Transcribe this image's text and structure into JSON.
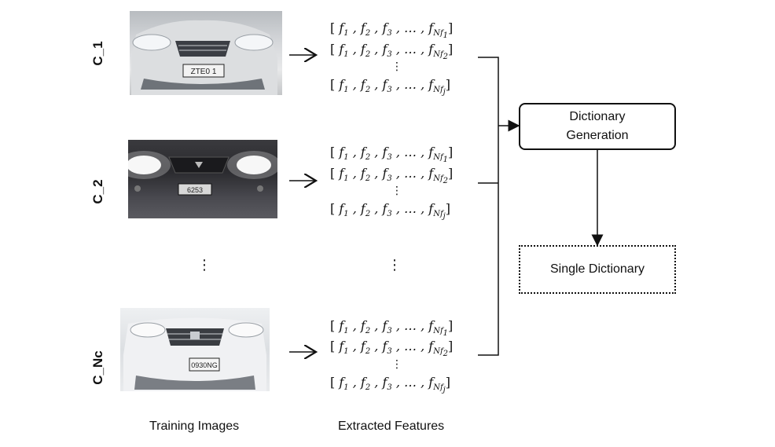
{
  "classes": [
    {
      "label": "C_1"
    },
    {
      "label": "C_2"
    },
    {
      "label": "C_Nc"
    }
  ],
  "feature_rows": [
    {
      "subscript": "1"
    },
    {
      "subscript": "2"
    },
    {
      "subscript": "j"
    }
  ],
  "feature_text": {
    "open": "[",
    "f1": "f",
    "f1_sub": "1",
    "f2": "f",
    "f2_sub": "2",
    "f3": "f",
    "f3_sub": "3",
    "ellipsis": "…",
    "fn": "f",
    "fn_sub": "Nf",
    "close": "]",
    "sep": ","
  },
  "ellipsis_vertical": "⋮",
  "captions": {
    "training": "Training Images",
    "features": "Extracted Features"
  },
  "boxes": {
    "dictionary_generation": "Dictionary\nGeneration",
    "single_dictionary": "Single Dictionary"
  },
  "colors": {
    "box_border": "#111111",
    "arrow": "#111111",
    "car_silver": "#c9ccd0",
    "car_dark": "#2a2a2e"
  }
}
